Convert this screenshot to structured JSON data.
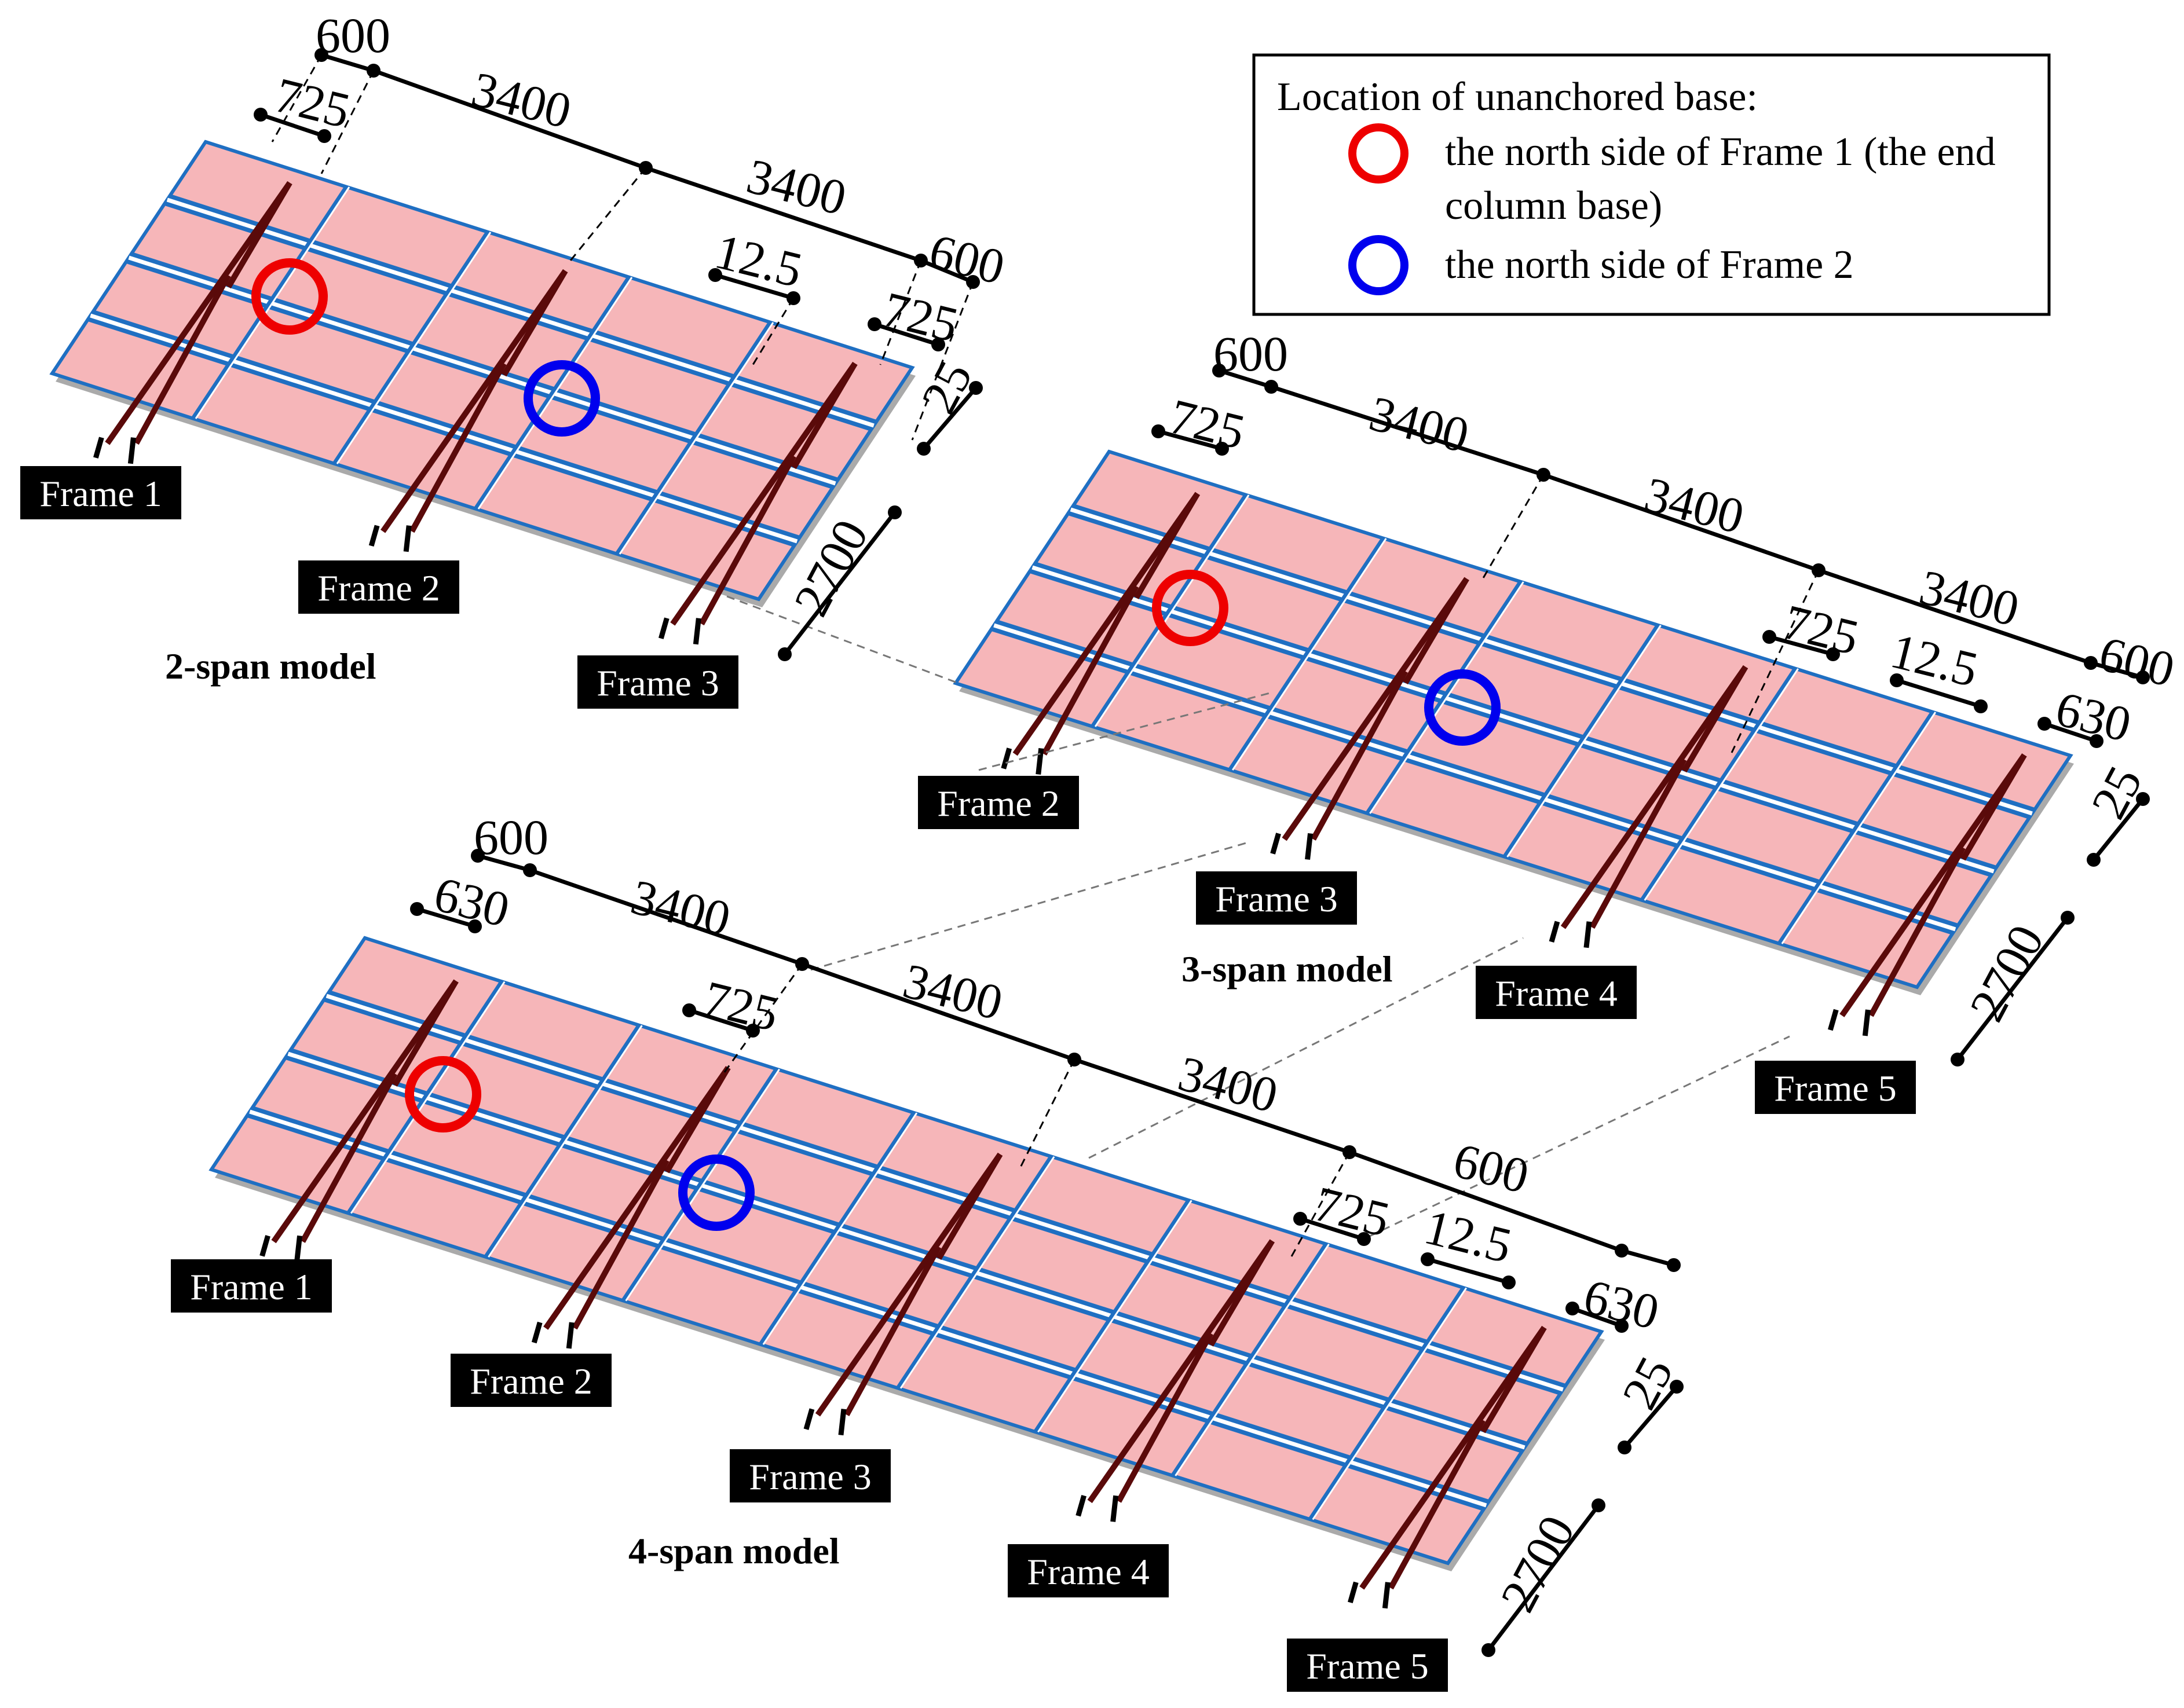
{
  "legend": {
    "title": "Location of unanchored base:",
    "items": [
      {
        "label": "the north side of Frame 1 (the end",
        "label_line2": "column base)",
        "color": "#ee0000"
      },
      {
        "label": "the north side of Frame 2",
        "color": "#0000ee"
      }
    ]
  },
  "colors": {
    "panel": "#f6b6b9",
    "rail": "#1f6fc2",
    "column": "#5a0a0a",
    "base": "#aaaaaa",
    "label_bg": "#000000",
    "label_text": "#ffffff"
  },
  "models": [
    {
      "name": "2-span model",
      "frames": [
        "Frame 1",
        "Frame 2",
        "Frame 3"
      ],
      "dims": {
        "top": [
          "600",
          "3400",
          "3400",
          "600"
        ],
        "left_offset": "725",
        "right_offset": "725",
        "gap": "12.5",
        "edge": "25",
        "width": "2700"
      }
    },
    {
      "name": "3-span model",
      "frames": [
        "Frame 2",
        "Frame 3",
        "Frame 4",
        "Frame 5"
      ],
      "dims": {
        "top": [
          "600",
          "3400",
          "3400",
          "3400",
          "600"
        ],
        "left_offset": "725",
        "mid_offset": "725",
        "right_offset": "630",
        "gap": "12.5",
        "edge": "25",
        "width": "2700"
      }
    },
    {
      "name": "4-span model",
      "frames": [
        "Frame 1",
        "Frame 2",
        "Frame 3",
        "Frame 4",
        "Frame 5"
      ],
      "dims": {
        "top": [
          "600",
          "3400",
          "3400",
          "3400",
          "600"
        ],
        "left_offset": "630",
        "mid_offset": "725",
        "right_mid_offset": "725",
        "right_offset": "630",
        "gap": "12.5",
        "edge": "25",
        "width": "2700"
      }
    }
  ]
}
